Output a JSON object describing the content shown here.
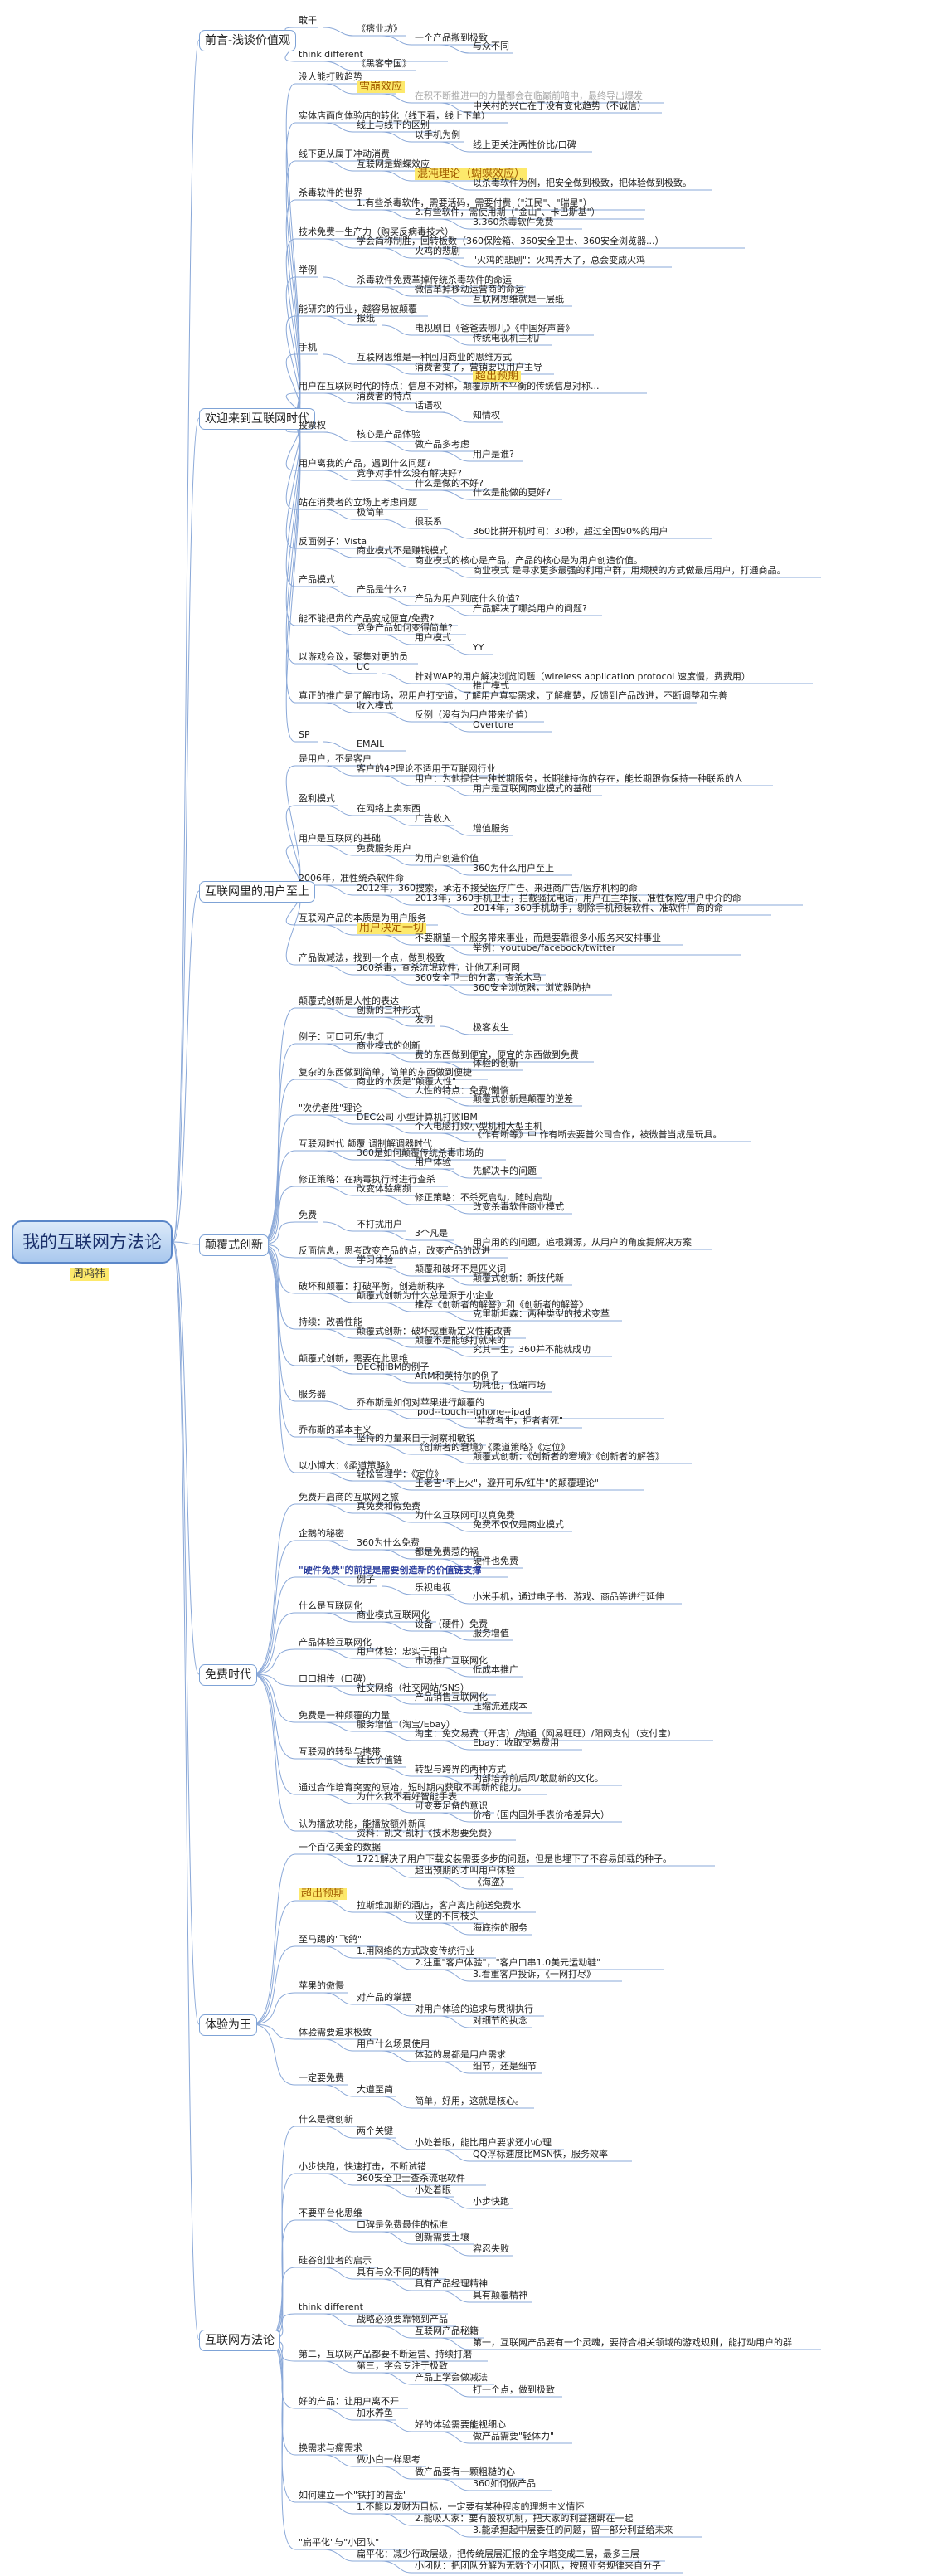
{
  "title": "我的互联网方法论",
  "author": "周鸿祎",
  "branches": [
    {
      "label": "前言-浅谈价值观",
      "nodes": [
        "敢干",
        "《痞业坊》",
        "一个产品搬到极致",
        "与众不同",
        "think different",
        "《黑客帝国》"
      ]
    },
    {
      "label": "欢迎来到互联网时代",
      "nodes": [
        "没人能打败趋势",
        "雪崩效应",
        "在积不断推进中的力量都会在临巅前暗中，最终导出爆发",
        "中关村的兴亡在于没有变化趋势（不诚信）",
        "实体店面向体验店的转化（线下看，线上下单）",
        "线上与线下的区别",
        "以手机为例",
        "线上更关注两性价比/口碑",
        "线下更从属于冲动消费",
        "互联网是蝴蝶效应",
        "混沌理论（蝴蝶效应）",
        "以杀毒软件为例，把安全做到极致，把体验做到极致。",
        "杀毒软件的世界",
        "1.有些杀毒软件，需要活码，需要付费（\"江民\"、\"瑞星\"）",
        "2.有些软件，需使用期（\"金山\"、卡巴斯基\"）",
        "3.360杀毒软件免费",
        "技术免费一生产力（购买反病毒技术）",
        "学会简称制胜，回转板数（360保险箱、360安全卫士、360安全浏览器...）",
        "火鸡的悲剧",
        "\"火鸡的悲剧\"：火鸡养大了，总会变成火鸡",
        "举例",
        "杀毒软件免费革掉传统杀毒软件的命运",
        "微信革掉移动运营商的命运",
        "互联网思维就是一层纸",
        "能研究的行业，越容易被颠覆",
        "报纸",
        "电视剧目《爸爸去哪儿》《中国好声音》",
        "传统电视机主机厂",
        "手机",
        "互联网思维是一种回归商业的思维方式",
        "消费者变了，营销要以用户主导",
        "超出预期",
        "用户在互联网时代的特点：信息不对称，颠覆原所不平衡的传统信息对称...",
        "消费者的特点",
        "话语权",
        "知情权",
        "投票权",
        "核心是产品体验",
        "做产品多考虑",
        "用户是谁?",
        "用户离我的产品，遇到什么问题?",
        "竞争对手什么没有解决好?",
        "什么是做的不好?",
        "什么是能做的更好?",
        "站在消费者的立场上考虑问题",
        "极简单",
        "很联系",
        "360比拼开机时间：30秒，超过全国90%的用户",
        "反面例子：Vista",
        "商业模式不是赚钱模式",
        "商业模式的核心是产品，产品的核心是为用户创造价值。",
        "商业模式 是寻求更多最强的利用户群，用规模的方式做最后用户，打通商品。",
        "产品模式",
        "产品是什么?",
        "产品为用户到底什么价值?",
        "产品解决了哪类用户的问题?",
        "能不能把贵的产品变成便宜/免费?",
        "竞争产品如何变得简单?",
        "用户模式",
        "YY",
        "以游戏会议，聚集对更的员",
        "UC",
        "针对WAP的用户解决浏览问题（wireless application protocol 速度慢，费费用）",
        "推广模式",
        "真正的推广是了解市场，积用户打交道，了解用户真实需求，了解痛楚，反馈到产品改进，不断调整和完善",
        "收入模式",
        "反例（没有为用户带来价值）",
        "Overture",
        "SP",
        "EMAIL"
      ]
    },
    {
      "label": "互联网里的用户至上",
      "nodes": [
        "是用户，不是客户",
        "客户的4P理论不适用于互联网行业",
        "用户：为他提供一种长期服务，长期维持你的存在，能长期跟你保持一种联系的人",
        "用户是互联网商业模式的基础",
        "盈利模式",
        "在网络上卖东西",
        "广告收入",
        "增值服务",
        "用户是互联网的基础",
        "免费服务用户",
        "为用户创造价值",
        "360为什么用户至上",
        "2006年，准性统杀软件命",
        "2012年，360搜索，承诺不接受医疗广告、来进商广告/医疗机构的命",
        "2013年，360手机卫士，拦截骚扰电话，用户在主举报、准性保险/用户中介的命",
        "2014年，360手机助手，剔除手机预装软件、准软件厂商的命",
        "互联网产品的本质是为用户服务",
        "用户决定一切",
        "不要期望一个服务带来事业，而是要靠很多小服务来安排事业",
        "举例：youtube/facebook/twitter",
        "产品做减法，找到一个点，做到极致",
        "360杀毒，查杀流氓软件，让他无利可图",
        "360安全卫士的分离，查杀木马",
        "360安全浏览器，浏览器防护"
      ]
    },
    {
      "label": "颠覆式创新",
      "nodes": [
        "颠覆式创新是人性的表达",
        "创新的三种形式",
        "发明",
        "极客发生",
        "例子：可口可乐/电灯",
        "商业模式的创新",
        "费的东西做到便宜，便宜的东西做到免费",
        "体验的创新",
        "复杂的东西做到简单，简单的东西做到便捷",
        "商业的本质是\"颠覆人性\"",
        "人性的特点：免费/懒惰",
        "颠覆式创新是颠覆的逆差",
        "\"次优者胜\"理论",
        "DEC公司 小型计算机打败IBM",
        "个人电脑打败小型机和大型主机",
        "《作有断等》中 作有断去要普公司合作，被微普当成是玩具。",
        "互联网时代 颠覆 调制解调器时代",
        "360是如何颠覆传统杀毒市场的",
        "用户体验",
        "先解决卡的问题",
        "修正策略：在病毒执行时进行查杀",
        "改变体验痛频",
        "修正策略：不杀死启动，随时启动",
        "改变杀毒软件商业模式",
        "免费",
        "不打扰用户",
        "3个凡是",
        "用户用的的问题，追根溯源，从用户的角度提解决方案",
        "反面信息，思考改变产品的点，改变产品的改进",
        "学习体验",
        "颠覆和破坏不是匹义词",
        "颠覆式创新：新技代新",
        "破坏和颠覆：打破平衡，创造新秩序",
        "颠覆式创新为什么总是源于小企业",
        "推荐《创新者的解答》和《创新者的解答》",
        "克里斯坦森：两种类型的技术变革",
        "持续：改善性能",
        "颠覆式创新：破坏或重新定义性能改善",
        "颠覆不是能够打就来的",
        "究其一生，360并不能就成功",
        "颠覆式创新，需要在此思维",
        "DEC和IBM的例子",
        "ARM和英特尔的例子",
        "功耗低，低端市场",
        "服务器",
        "乔布斯是如何对苹果进行颠覆的",
        "ipod--touch--iphone--ipad",
        "\"苹教者生，拒者者死\"",
        "乔布斯的革本主义",
        "坚持的力量来自于洞察和敏锐",
        "《创新者的窘境》《柔道策略》《定位》",
        "颠覆式创新：《创新者的窘境》《创新者的解答》",
        "以小博大：《柔道策略》",
        "轻松管理学：《定位》",
        "王老吉\"不上火\"，避开可乐/红牛\"的颠覆理论\""
      ]
    },
    {
      "label": "免费时代",
      "nodes": [
        "免费开启商的互联网之旅",
        "真免费和假免费",
        "为什么互联网可以真免费",
        "免费不仅仅是商业模式",
        "企鹅的秘密",
        "360为什么免费",
        "都是免费惹的祸",
        "硬件也免费",
        "\"硬件免费\"的前提是需要创造新的价值链支撑",
        "例子",
        "乐视电视",
        "小米手机，通过电子书、游戏、商品等进行延伸",
        "什么是互联网化",
        "商业模式互联网化",
        "设备（硬件）免费",
        "服务增值",
        "产品体验互联网化",
        "用户体验：忠实于用户",
        "市场推广互联网化",
        "低成本推广",
        "口口相传（口碑）",
        "社交网络（社交网站/SNS）",
        "产品销售互联网化",
        "压缩流通成本",
        "免费是一种颠覆的力量",
        "服务增值（淘宝/Ebay）",
        "淘宝：免交易费（开店）/淘通（网易旺旺）/阳网支付（支付宝）",
        "Ebay：收取交易费用",
        "互联网的转型与携带",
        "延长价值链",
        "转型与跨界的两种方式",
        "内部培养前后风/敢励新的文化。",
        "通过合作培育突变的原始，短时期内获取不再新的能力。",
        "为什么我不看好智能手表",
        "可变要足备的意识",
        "价格（国内国外手表价格差异大）",
        "认为播放功能，能播放额外新闻",
        "资料：凯文·凯利《技术想要免费》"
      ]
    },
    {
      "label": "体验为王",
      "nodes": [
        "一个百亿美金的数据",
        "1721解决了用户下载安装需要多步的问题，但是也埋下了不容易卸载的种子。",
        "超出预期的才叫用户体验",
        "《海盗》",
        "超出预期",
        "拉斯维加斯的酒店，客户离店前送免费水",
        "汉堡的不同枝头",
        "海底捞的服务",
        "至马踢的\"飞鸽\"",
        "1.用网络的方式改变传统行业",
        "2.注重\"客户体验\"，\"客户口串1.0美元运动鞋\"",
        "3.看重客户投诉，《一网打尽》",
        "苹果的傲慢",
        "对产品的掌握",
        "对用户体验的追求与贯彻执行",
        "对细节的执念",
        "体验需要追求极致",
        "用户什么场景使用",
        "体验的易都是用户需求",
        "细节，还是细节",
        "一定要免费",
        "大道至简",
        "简单，好用，这就是核心。"
      ]
    },
    {
      "label": "互联网方法论",
      "nodes": [
        "什么是微创新",
        "两个关键",
        "小处着眼，能比用户要求还小心理",
        "QQ浮标速度比MSN快，服务效率",
        "小步快跑，快速打击，不断试错",
        "360安全卫士查杀流氓软件",
        "小处着眼",
        "小步快跑",
        "不要平台化思维",
        "口碑是免费最佳的标准",
        "创新需要土壤",
        "容忍失败",
        "硅谷创业者的启示",
        "具有与众不同的精神",
        "具有产品经理精神",
        "具有颠覆精神",
        "think different",
        "战略必须要靠物到产品",
        "互联网产品秘籍",
        "第一，互联网产品要有一个灵魂，要符合相关领域的游戏规则，能打动用户的群",
        "第二，互联网产品都要不断运营、持续打磨",
        "第三，学会专注于极致",
        "产品上学会做减法",
        "打一个点，做到极致",
        "好的产品：让用户离不开",
        "加水养鱼",
        "好的体验需要能视细心",
        "做产品需要\"轻体力\"",
        "换需求与痛需求",
        "做小白一样思考",
        "做产品要有一颗粗糙的心",
        "360如何做产品",
        "如何建立一个\"铁打的营盘\"",
        "1.不能以发财为目标，一定要有某种程度的理想主义情怀",
        "2.能吸人家：要有股权机制，把大家的利益捆绑在一起",
        "3.能承担起中层委任的问题，留一部分利益给未来",
        "\"扁平化\"与\"小团队\"",
        "扁平化：减少行政层级，把传统层层汇报的金字塔变成二层，最多三层",
        "小团队：把团队分解为无数个小团队，按照业务规律来自分子"
      ]
    }
  ]
}
